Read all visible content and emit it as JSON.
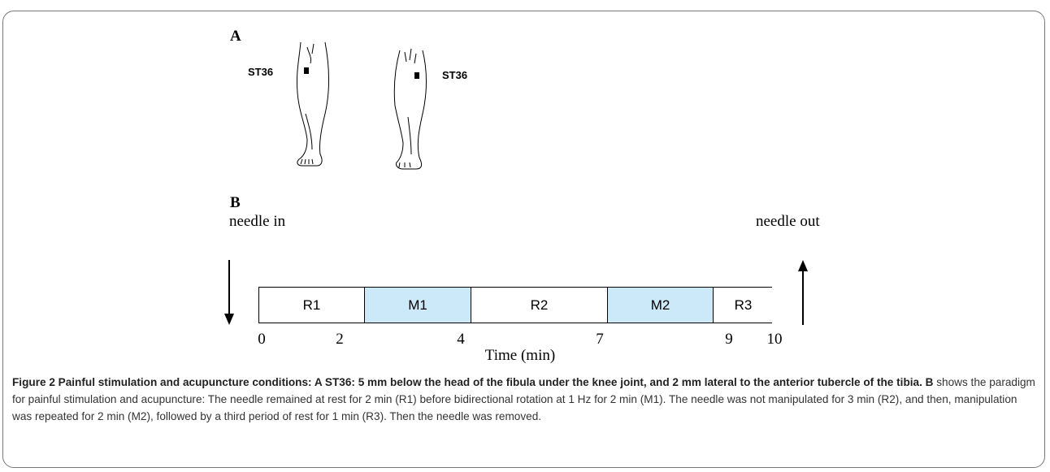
{
  "panel_a": {
    "label": "A",
    "left_leg_point": "ST36",
    "right_leg_point": "ST36"
  },
  "panel_b": {
    "label": "B",
    "needle_in": "needle in",
    "needle_out": "needle out",
    "segments": [
      {
        "label": "R1",
        "start": 0,
        "end": 2,
        "color": "#ffffff"
      },
      {
        "label": "M1",
        "start": 2,
        "end": 4,
        "color": "#cce9fa"
      },
      {
        "label": "R2",
        "start": 4,
        "end": 7,
        "color": "#ffffff"
      },
      {
        "label": "M2",
        "start": 7,
        "end": 9,
        "color": "#cce9fa"
      },
      {
        "label": "R3",
        "start": 9,
        "end": 10,
        "color": "#ffffff"
      }
    ],
    "ticks": [
      "0",
      "2",
      "4",
      "7",
      "9",
      "10"
    ],
    "axis_label": "Time (min)"
  },
  "caption": {
    "bold_part": "Figure 2 Painful stimulation and acupuncture conditions: A ST36: 5 mm below the head of the fibula under the knee joint, and 2 mm lateral to the anterior tubercle of the tibia. B",
    "rest": " shows the paradigm for painful stimulation and acupuncture: The needle remained at rest for 2 min (R1) before bidirectional rotation at 1 Hz for 2 min (M1). The needle was not manipulated for 3 min (R2), and then, manipulation was repeated for 2 min (M2), followed by a third period of rest for 1 min (R3). Then the needle was removed."
  }
}
